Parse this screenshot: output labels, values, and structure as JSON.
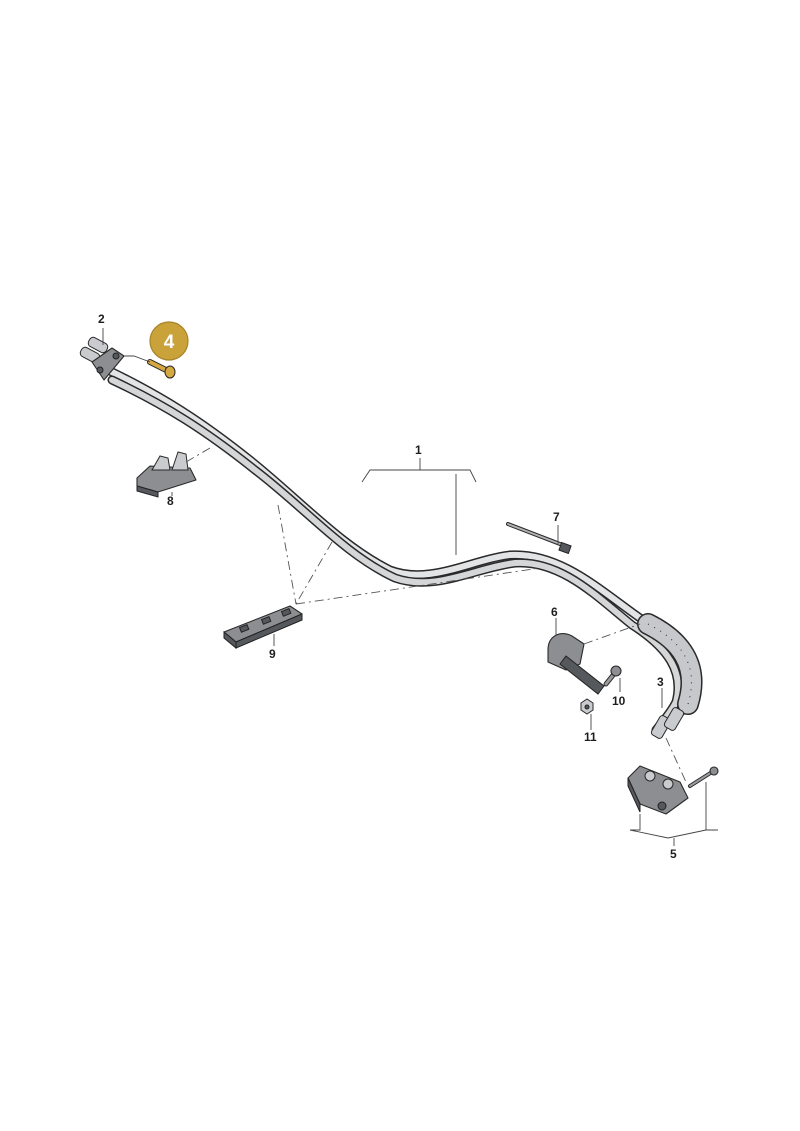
{
  "diagram": {
    "highlight_color": "#c9a23a",
    "highlight_stroke": "#a8832a",
    "callouts": {
      "c1": "1",
      "c2": "2",
      "c3": "3",
      "c4": "4",
      "c5": "5",
      "c6": "6",
      "c7": "7",
      "c8": "8",
      "c9": "9",
      "c10": "10",
      "c11": "11"
    }
  }
}
